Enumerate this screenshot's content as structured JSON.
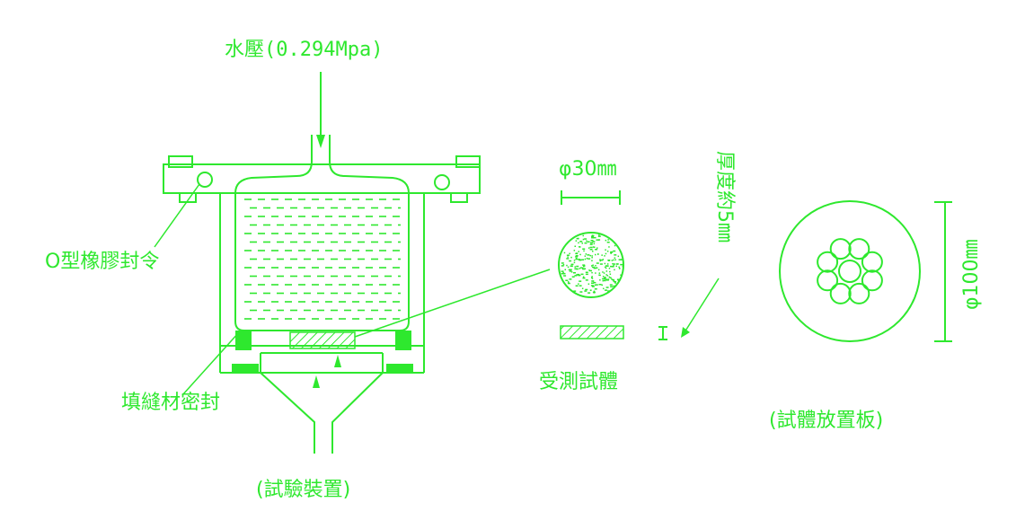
{
  "labels": {
    "water_pressure": "水壓(0.294Mpa)",
    "o_ring": "O型橡膠封令",
    "sealant": "填縫材密封",
    "test_apparatus": "(試驗裝置)",
    "specimen_diameter": "φ30㎜",
    "thickness": "厚度約5㎜",
    "specimen": "受測試體",
    "plate_diameter": "φ100㎜",
    "specimen_plate": "(試體放置板)"
  },
  "colors": {
    "line": "#2ee82e",
    "background": "#ffffff"
  }
}
